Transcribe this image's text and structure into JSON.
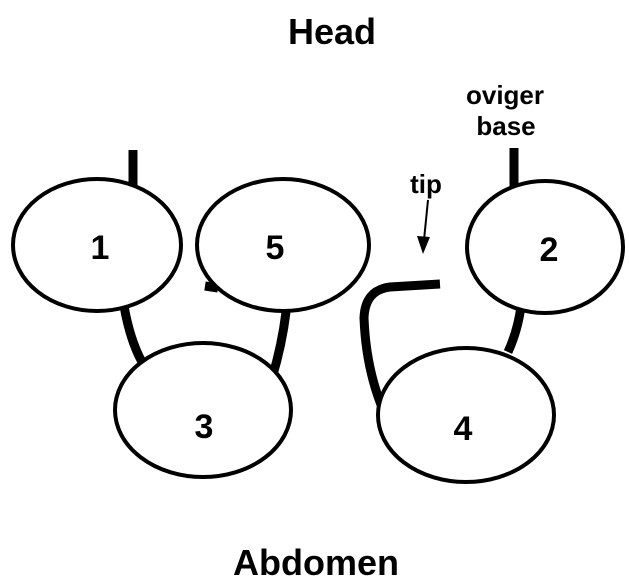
{
  "diagram": {
    "title_top": "Head",
    "title_bottom": "Abdomen",
    "nodes": [
      {
        "id": "1",
        "label": "1"
      },
      {
        "id": "5",
        "label": "5"
      },
      {
        "id": "2",
        "label": "2"
      },
      {
        "id": "3",
        "label": "3"
      },
      {
        "id": "4",
        "label": "4"
      }
    ],
    "annotations": {
      "oviger_line1": "oviger",
      "oviger_line2": "base",
      "tip": "tip"
    },
    "colors": {
      "stroke": "#000000",
      "fill": "#ffffff"
    }
  }
}
